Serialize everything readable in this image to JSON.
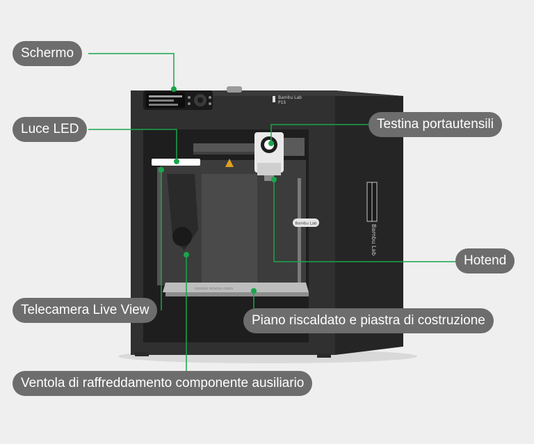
{
  "labels": {
    "screen": "Schermo",
    "led": "Luce LED",
    "toolhead": "Testina portautensili",
    "hotend": "Hotend",
    "camera": "Telecamera Live View",
    "bed": "Piano riscaldato e piastra di costruzione",
    "fan": "Ventola di raffreddamento componente ausiliario"
  },
  "brand": {
    "top_badge_line1": "Bambu Lab",
    "top_badge_line2": "P1S",
    "side_logo": "Bambu Lab",
    "door_tag": "Bambu Lab"
  },
  "colors": {
    "background": "#efefef",
    "accent": "#19a64a",
    "pill": "#6d6d6d",
    "printer_body": "#2b2b2b"
  }
}
